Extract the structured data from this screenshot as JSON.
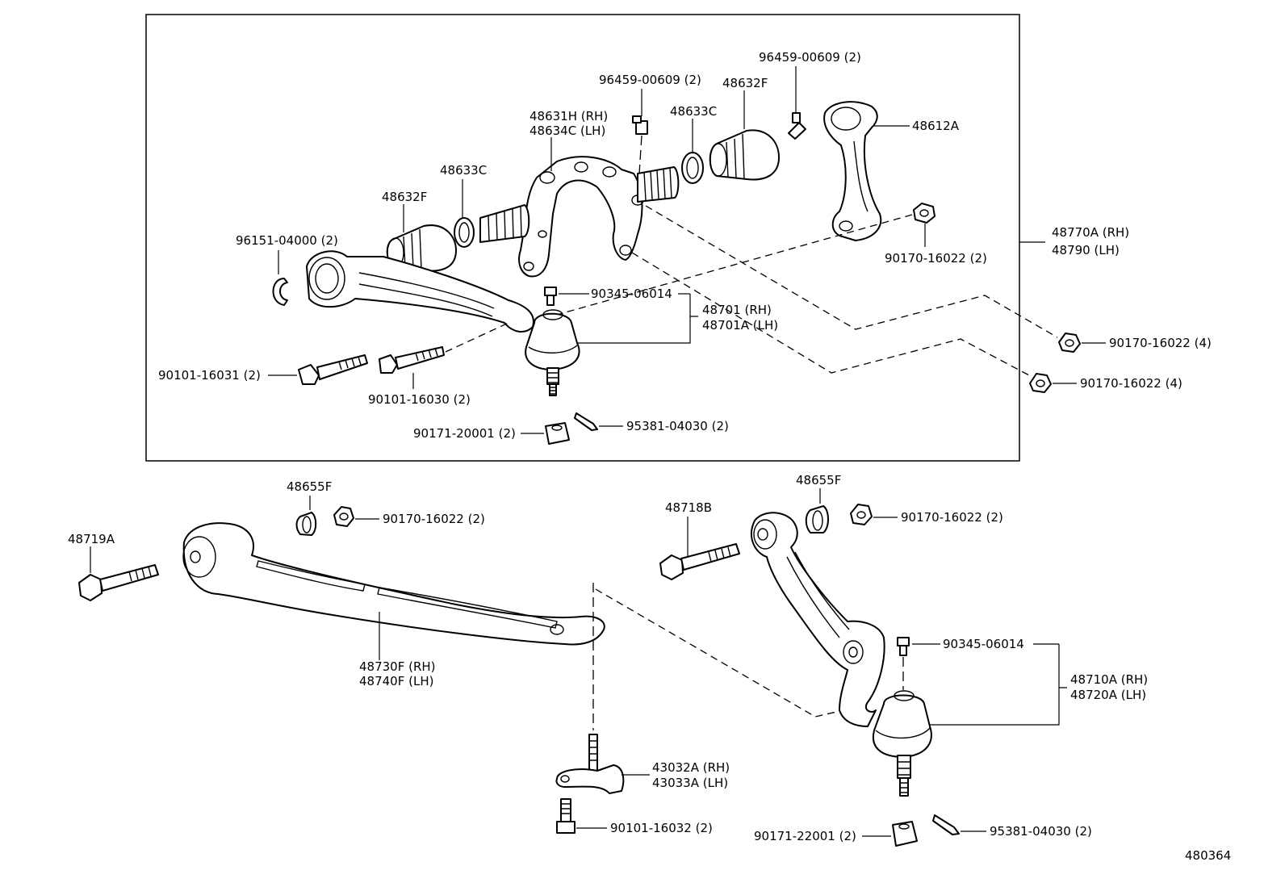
{
  "diagram_id": "480364",
  "assembly": {
    "rh": "48770A (RH)",
    "lh": "48790   (LH)"
  },
  "labels": {
    "p96459_a": "96459-00609 (2)",
    "p96459_b": "96459-00609 (2)",
    "p48632F_a": "48632F",
    "p48632F_b": "48632F",
    "p48633C_a": "48633C",
    "p48633C_b": "48633C",
    "p48631H": "48631H (RH)",
    "p48634C": "48634C (LH)",
    "p48612A": "48612A",
    "p96151": "96151-04000 (2)",
    "p90170_2a": "90170-16022 (2)",
    "p90345_a": "90345-06014",
    "p48701": "48701   (RH)",
    "p48701A": "48701A (LH)",
    "p90170_4a": "90170-16022 (4)",
    "p90170_4b": "90170-16022 (4)",
    "p90101_16031": "90101-16031 (2)",
    "p90101_16030": "90101-16030 (2)",
    "p90171_20001": "90171-20001 (2)",
    "p95381_a": "95381-04030 (2)",
    "p48655F_a": "48655F",
    "p90170_2b": "90170-16022 (2)",
    "p48719A": "48719A",
    "p48730F": "48730F (RH)",
    "p48740F": "48740F (LH)",
    "p48718B": "48718B",
    "p48655F_b": "48655F",
    "p90170_2c": "90170-16022 (2)",
    "p90345_b": "90345-06014",
    "p48710A": "48710A (RH)",
    "p48720A": "48720A (LH)",
    "p43032A": "43032A (RH)",
    "p43033A": "43033A (LH)",
    "p90101_16032": "90101-16032 (2)",
    "p90171_22001": "90171-22001 (2)",
    "p95381_b": "95381-04030 (2)"
  }
}
